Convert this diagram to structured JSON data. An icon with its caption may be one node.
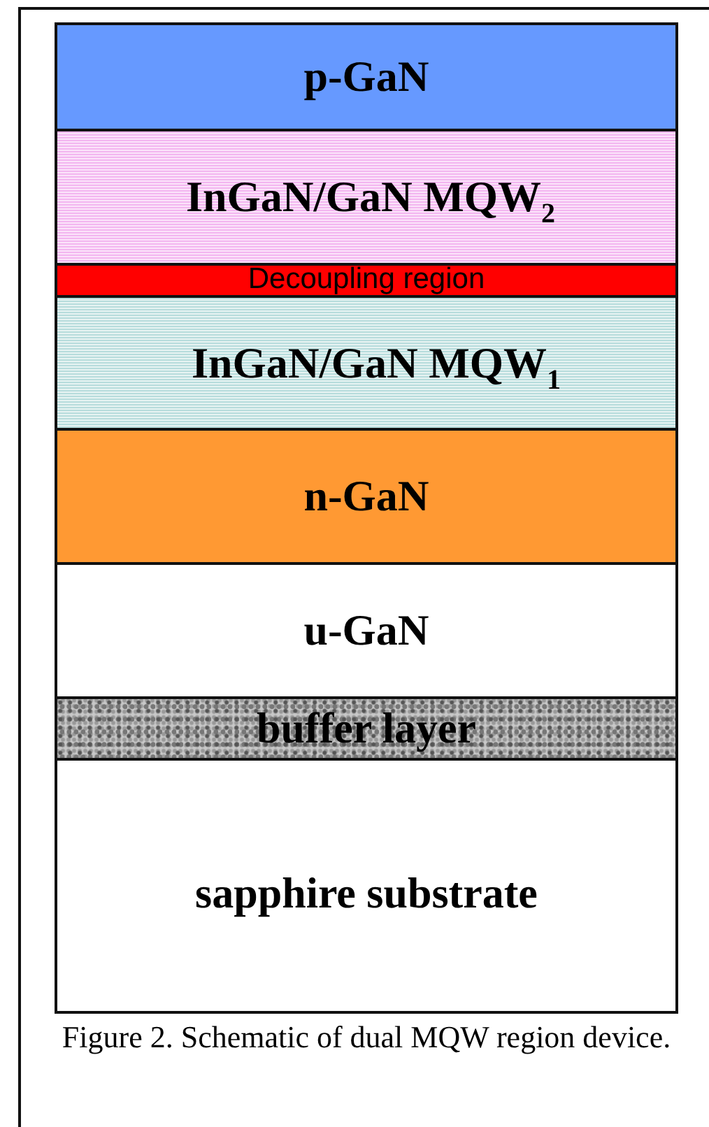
{
  "diagram": {
    "caption": "Figure 2. Schematic of dual MQW region device.",
    "nodes": [
      {
        "text": [
          "p-GaN"
        ]
      },
      {
        "text": [
          "InGaN/GaN MQW$_{2}$"
        ]
      },
      {
        "text": [
          "Decoupling region"
        ]
      },
      {
        "text": [
          "InGaN/GaN MQW$_{1}$"
        ]
      },
      {
        "text": [
          "n-GaN"
        ]
      },
      {
        "text": [
          "u-GaN"
        ]
      },
      {
        "text": [
          "buffer layer"
        ]
      },
      {
        "text": [
          "sapphire substrate"
        ]
      }
    ]
  }
}
